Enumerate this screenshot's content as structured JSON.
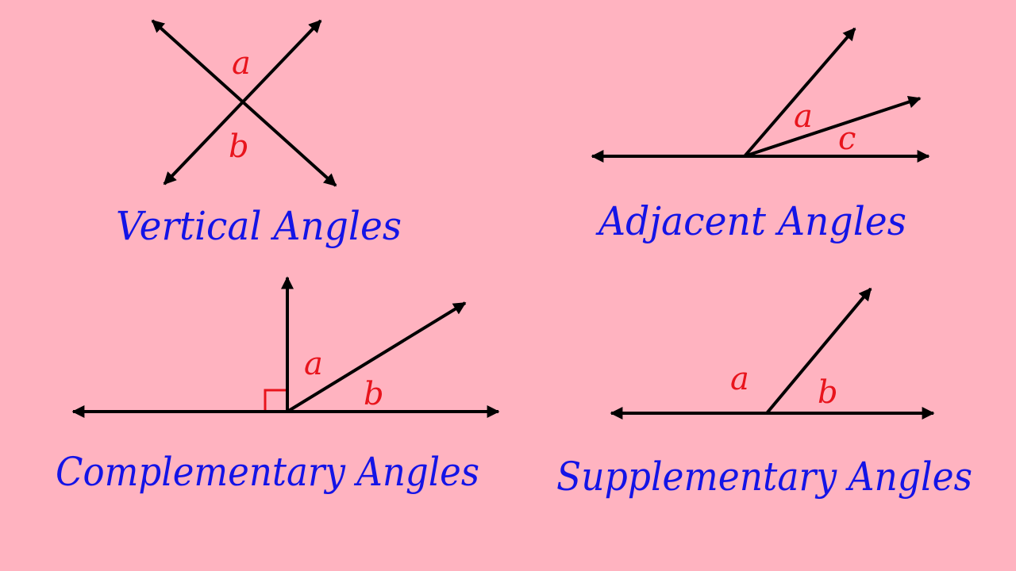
{
  "colors": {
    "background": "#ffb3c0",
    "line": "#000000",
    "angle_label": "#e8141c",
    "title": "#1414e6"
  },
  "panels": {
    "vertical": {
      "title": "Vertical Angles",
      "angle_a": "a",
      "angle_b": "b"
    },
    "adjacent": {
      "title": "Adjacent Angles",
      "angle_a": "a",
      "angle_c": "c"
    },
    "complementary": {
      "title": "Complementary Angles",
      "angle_a": "a",
      "angle_b": "b"
    },
    "supplementary": {
      "title": "Supplementary Angles",
      "angle_a": "a",
      "angle_b": "b"
    }
  }
}
